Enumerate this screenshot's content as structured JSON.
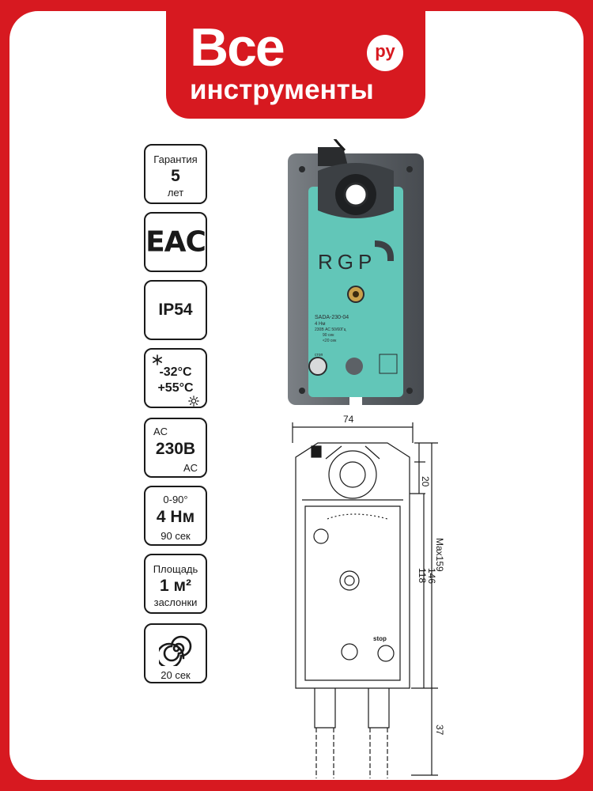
{
  "logo": {
    "word1": "Все",
    "word2": "инструменты",
    "ru": "ру"
  },
  "badges": {
    "warranty": {
      "label": "Гарантия",
      "value": "5",
      "unit": "лет"
    },
    "cert": "EAC",
    "protection": "IP54",
    "temperature": {
      "min": "-32°C",
      "max": "+55°C",
      "icon_cold": "snowflake-icon",
      "icon_hot": "sun-icon"
    },
    "voltage": {
      "top": "AC",
      "value": "230В",
      "bottom": "AC"
    },
    "torque": {
      "angle": "0-90°",
      "value": "4 Нм",
      "time": "90 сек"
    },
    "damper_area": {
      "label": "Площадь",
      "value": "1 м²",
      "unit": "заслонки"
    },
    "spring_return": {
      "icon": "spiral-icon",
      "time": "20 сек"
    }
  },
  "product": {
    "brand": "RGP",
    "model": "SADA-230-04",
    "torque": "4 Нм",
    "power": "230В AC 50/60Гц",
    "run_time": "90 сек",
    "spring_time": "<20 сек",
    "stop_label": "стоп"
  },
  "drawing": {
    "width": "74",
    "top_offset": "20",
    "max_height": "Max159",
    "height_146": "146",
    "height_118": "118",
    "cable": "37",
    "stop_label": "stop"
  },
  "colors": {
    "brand_red": "#d71920",
    "housing": "#5c6166",
    "panel": "#62c6b8"
  }
}
